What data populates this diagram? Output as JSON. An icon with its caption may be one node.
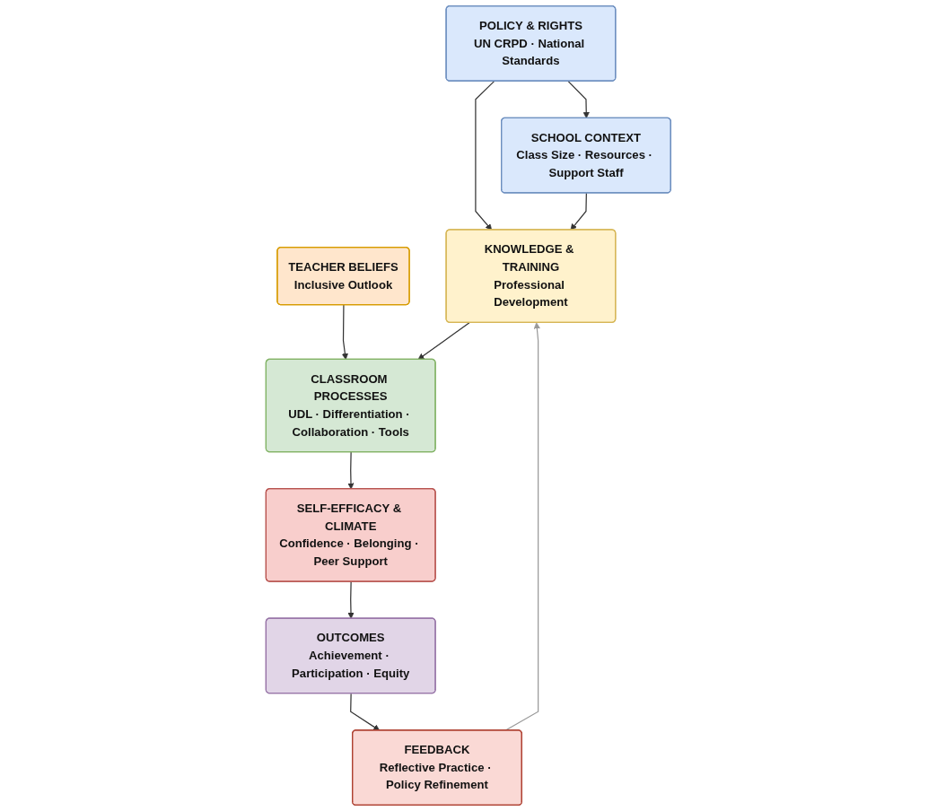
{
  "diagram": {
    "nodes": [
      {
        "text": [
          "POLICY & RIGHTS",
          "UN CRPD · National Standards"
        ]
      },
      {
        "text": [
          "SCHOOL CONTEXT",
          "Class Size · Resources · Support Staff"
        ]
      },
      {
        "text": [
          "TEACHER BELIEFS",
          "Inclusive Outlook"
        ]
      },
      {
        "text": [
          "KNOWLEDGE & TRAINING",
          "Professional Development"
        ]
      },
      {
        "text": [
          "CLASSROOM PROCESSES",
          "UDL · Differentiation · Collaboration · Tools"
        ]
      },
      {
        "text": [
          "SELF-EFFICACY & CLIMATE",
          "Confidence · Belonging · Peer Support"
        ]
      },
      {
        "text": [
          "OUTCOMES",
          "Achievement · Participation · Equity"
        ]
      },
      {
        "text": [
          "FEEDBACK",
          "Reflective Practice · Policy Refinement"
        ]
      }
    ],
    "edges": [
      {
        "from": 0,
        "to": 1,
        "arrow": "to"
      },
      {
        "from": 0,
        "to": 3,
        "arrow": "to"
      },
      {
        "from": 1,
        "to": 3,
        "arrow": "to"
      },
      {
        "from": 2,
        "to": 4,
        "arrow": "to"
      },
      {
        "from": 3,
        "to": 4,
        "arrow": "to"
      },
      {
        "from": 4,
        "to": 5,
        "arrow": "to"
      },
      {
        "from": 5,
        "to": 6,
        "arrow": "to"
      },
      {
        "from": 6,
        "to": 7,
        "arrow": "to"
      },
      {
        "from": 7,
        "to": 3,
        "arrow": "to",
        "color": "#999999"
      }
    ]
  }
}
